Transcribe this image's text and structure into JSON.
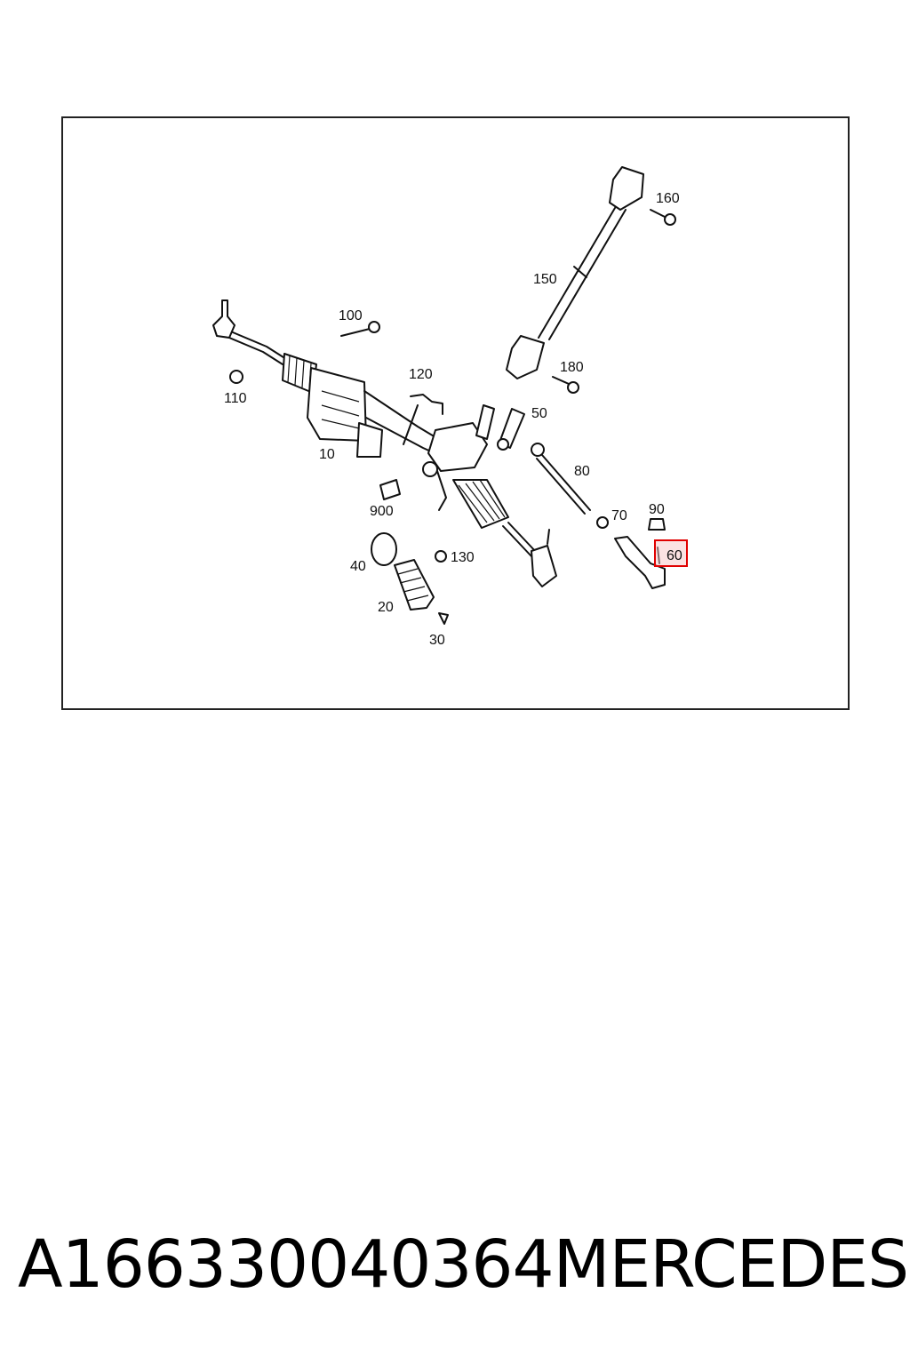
{
  "diagram": {
    "callouts": [
      "160",
      "150",
      "180",
      "100",
      "110",
      "120",
      "50",
      "10",
      "80",
      "900",
      "70",
      "90",
      "60",
      "40",
      "130",
      "20",
      "30"
    ],
    "highlighted_callout": "60",
    "highlight_color": "#e00000"
  },
  "caption": {
    "part_number": "A166330040364",
    "brand": "MERCEDES"
  }
}
